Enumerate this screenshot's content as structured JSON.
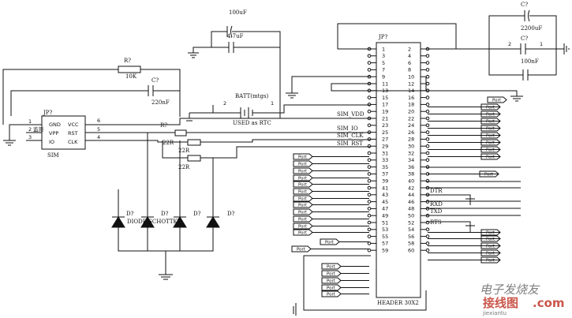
{
  "header": {
    "ref": "JP?",
    "name": "HEADER 30X2",
    "left_pins": [
      1,
      3,
      5,
      7,
      9,
      11,
      13,
      15,
      17,
      19,
      21,
      23,
      25,
      27,
      29,
      31,
      33,
      35,
      37,
      39,
      41,
      43,
      45,
      47,
      49,
      51,
      53,
      55,
      57,
      59
    ],
    "right_pins": [
      2,
      4,
      6,
      8,
      10,
      12,
      14,
      16,
      18,
      20,
      22,
      24,
      26,
      28,
      30,
      32,
      34,
      36,
      38,
      40,
      42,
      44,
      46,
      48,
      50,
      52,
      54,
      56,
      58,
      60
    ]
  },
  "sim": {
    "ref": "JP?",
    "name": "SIM",
    "left_pins": [
      "1",
      "2",
      "3"
    ],
    "left_labels": [
      "GND",
      "VPP",
      "IO"
    ],
    "right_pins": [
      "6",
      "5",
      "4"
    ],
    "right_labels": [
      "VCC",
      "RST",
      "CLK"
    ],
    "pin2_note": "监测"
  },
  "nets": {
    "sim_vdd": "SIM_VDD",
    "sim_io": "SIM_IO",
    "sim_clk": "SIM_CLK",
    "sim_rst": "SIM_RST",
    "dtr": "DTR",
    "rxd": "RXD",
    "txd": "TXD",
    "rts": "RTS"
  },
  "components": {
    "c_100uf": "100uF",
    "c_4_7uf": "4.7uF",
    "c_top_ref": "C?",
    "c_2200uf": "2200uF",
    "c_100nf": "100nF",
    "r_ref": "R?",
    "r_10k": "10K",
    "c_ref": "C?",
    "c_220nf": "220nF",
    "r_22r_a": "22R",
    "r_22r_b": "22R",
    "r_22r_c": "22R",
    "r_ref_b": "R?",
    "batt_ref": "BATT(mtgs)",
    "batt_note": "USED as RTC",
    "batt_pin2": "2",
    "batt_pin1": "1",
    "cap_pin2": "2",
    "cap_pin1": "1",
    "diode_ref": "D?",
    "diode_label": "DIODE SCHOTTKY"
  },
  "port_label": "Port",
  "watermark": {
    "cn1": "电子发烧友",
    "cn2": "接线图",
    "com": ".com",
    "sub": "jiexiantu"
  }
}
